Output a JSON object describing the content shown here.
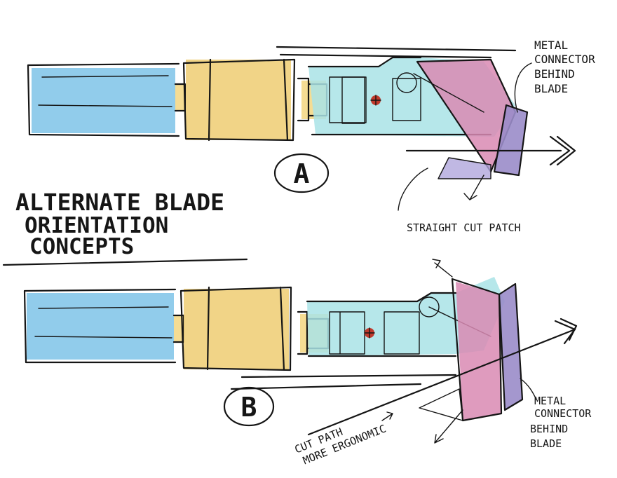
{
  "title_lines": [
    "ALTERNATE BLADE",
    "ORIENTATION",
    "CONCEPTS"
  ],
  "label_a": "A",
  "label_b": "B",
  "a_callout_lines": [
    "METAL",
    "CONNECTOR",
    "BEHIND",
    "BLADE"
  ],
  "a_cut_note": "STRAIGHT CUT PATCH",
  "b_callout_lines": [
    "METAL",
    "CONNECTOR",
    "BEHIND",
    "BLADE"
  ],
  "b_cut_note_lines": [
    "CUT PATH",
    "MORE",
    "ERGONOMIC"
  ],
  "colors": {
    "ink": "#151515",
    "handle_blue": "#7ec3e8",
    "motor_yellow": "#f0cf7a",
    "frame_teal": "#a9e3e6",
    "blade_pink": "#d98ab3",
    "connector_purple": "#9a8cc9",
    "pivot_red": "#c0392b"
  }
}
